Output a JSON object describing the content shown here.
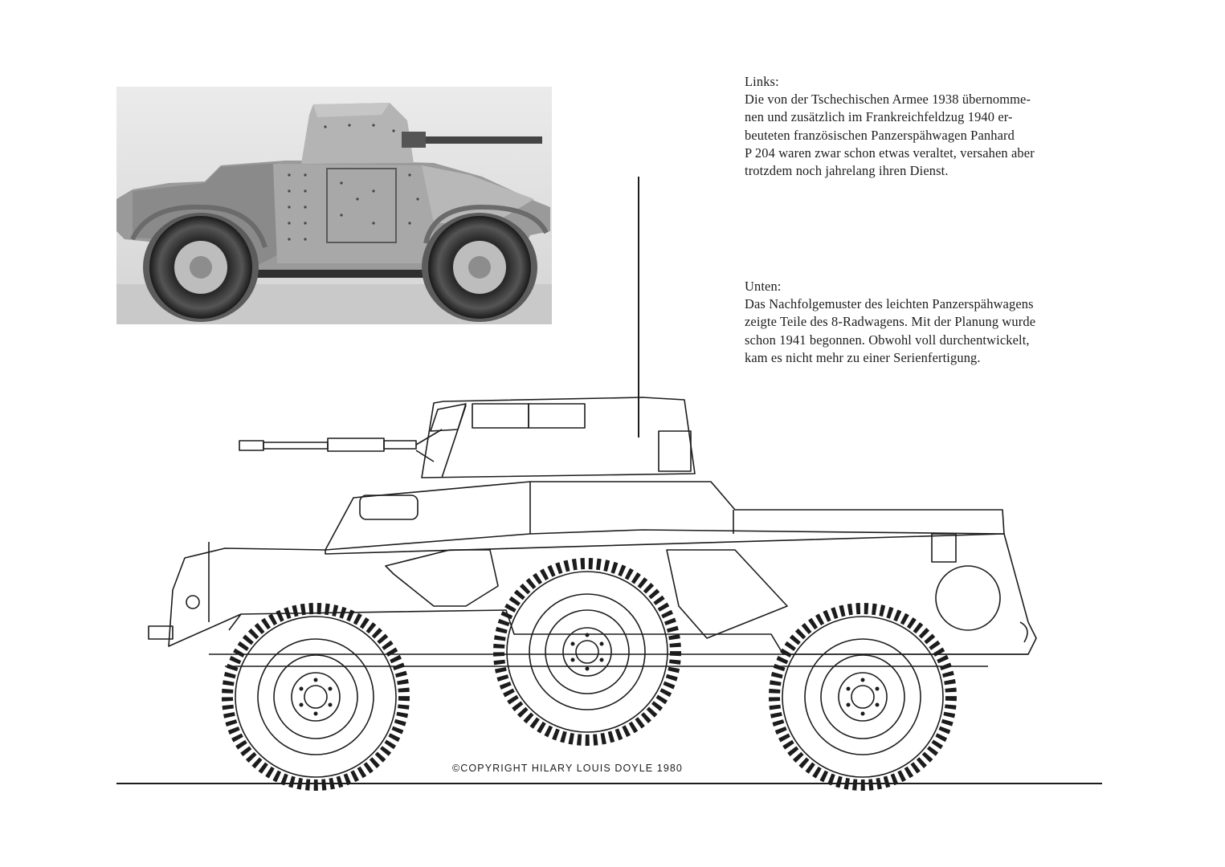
{
  "captions": {
    "top": {
      "heading": "Links:",
      "lines": [
        "Die von der Tschechischen Armee 1938 übernomme-",
        "nen und zusätzlich im Frankreichfeldzug 1940 er-",
        "beuteten französischen Panzerspähwagen Panhard",
        "P 204 waren zwar schon etwas veraltet, versahen aber",
        "trotzdem noch jahrelang ihren Dienst."
      ]
    },
    "bottom": {
      "heading": "Unten:",
      "lines": [
        "Das Nachfolgemuster des leichten Panzerspähwagens",
        "zeigte Teile des 8-Radwagens. Mit der Planung wurde",
        "schon 1941 begonnen. Obwohl voll durchentwickelt,",
        "kam es nicht mehr zu einer Serienfertigung."
      ]
    }
  },
  "copyright": "©COPYRIGHT HILARY LOUIS DOYLE 1980"
}
